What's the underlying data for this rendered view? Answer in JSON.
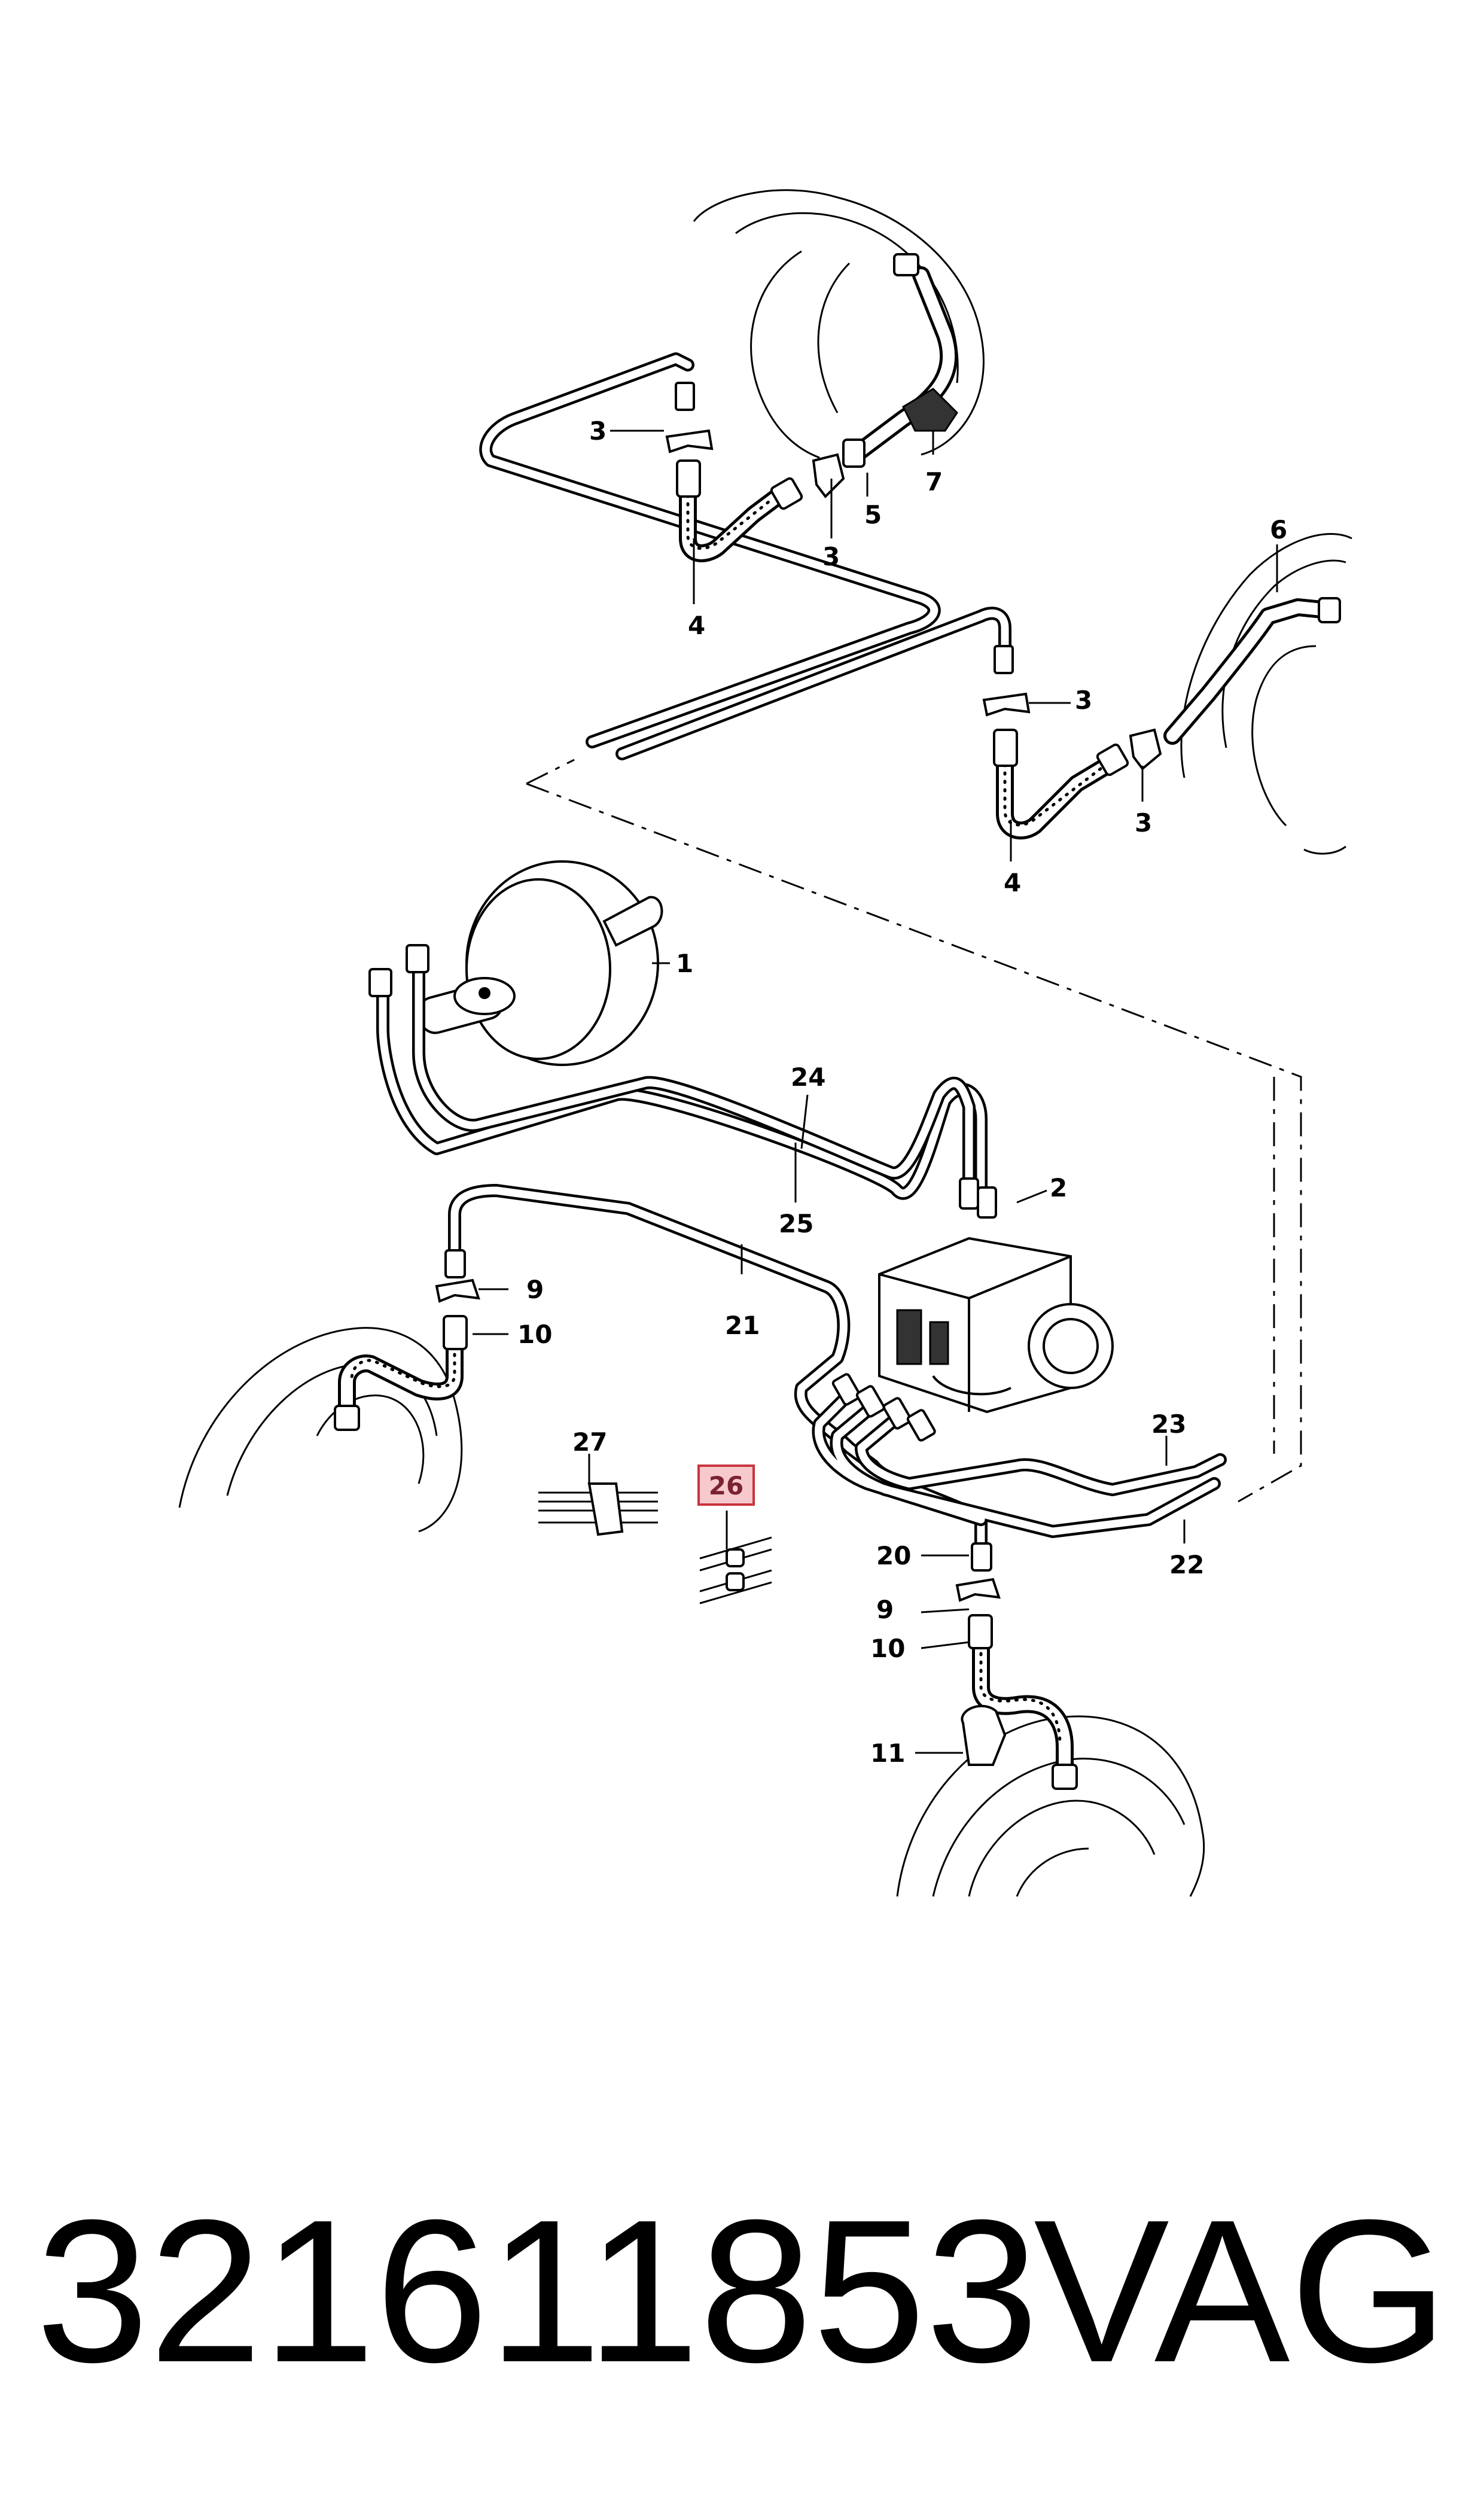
{
  "callouts": {
    "c1": "1",
    "c2": "2",
    "c3a": "3",
    "c3b": "3",
    "c3c": "3",
    "c3d": "3",
    "c4a": "4",
    "c4b": "4",
    "c5": "5",
    "c6": "6",
    "c7": "7",
    "c9a": "9",
    "c9b": "9",
    "c10a": "10",
    "c10b": "10",
    "c11": "11",
    "c20": "20",
    "c21": "21",
    "c22": "22",
    "c23": "23",
    "c24": "24",
    "c25": "25",
    "c26": "26",
    "c27": "27"
  },
  "highlighted_callout": "26",
  "highlight_color": "#f6c9cd",
  "footer": {
    "part_number": "321611853",
    "brand": "VAG"
  }
}
